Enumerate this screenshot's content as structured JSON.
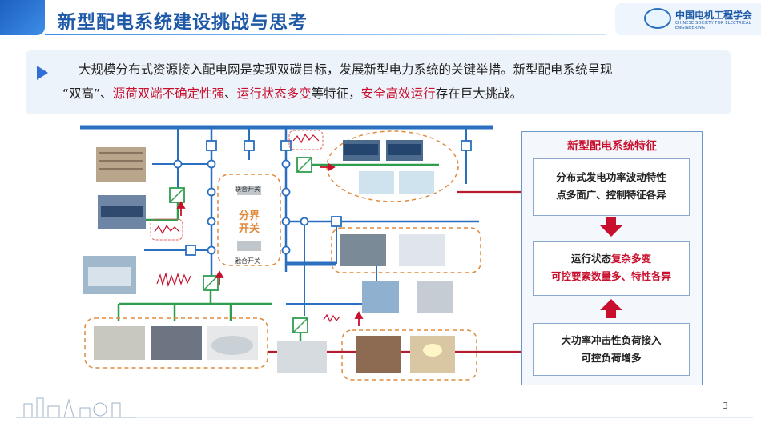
{
  "header": {
    "title": "新型配电系统建设挑战与思考",
    "logo_name": "中国电机工程学会",
    "logo_sub": "CHINESE SOCIETY FOR ELECTRICAL ENGINEERING"
  },
  "intro": {
    "line1": "大规模分布式资源接入配电网是实现双碳目标，发展新型电力系统的关键举措。新型配电系统呈现",
    "line2_a": "“双高”、",
    "line2_b": "源荷双端不确定性强",
    "line2_c": "、",
    "line2_d": "运行状态多变",
    "line2_e": "等特征，",
    "line2_f": "安全高效运行",
    "line2_g": "存在巨大挑战。"
  },
  "diagram": {
    "switch_top": "联合开关",
    "switch_mid": "分界\n开关",
    "switch_mid_1": "分界",
    "switch_mid_2": "开关",
    "switch_bottom": "融合开关"
  },
  "panel": {
    "title": "新型配电系统特征",
    "box1_line1": "分布式发电功率波动特性",
    "box1_line2": "点多面广、控制特征各异",
    "box2_line1_a": "运行状态",
    "box2_line1_b": "复杂多变",
    "box2_line2": "可控要素数量多、特性各异",
    "box3_line1": "大功率冲击性负荷接入",
    "box3_line2": "可控负荷增多"
  },
  "colors": {
    "accent_blue": "#1f5aa8",
    "accent_red": "#c8102e",
    "bus_blue": "#2a6fc0",
    "branch_green": "#2e9e4e",
    "dashed_orange": "#e08a3c"
  },
  "page_number": "3"
}
